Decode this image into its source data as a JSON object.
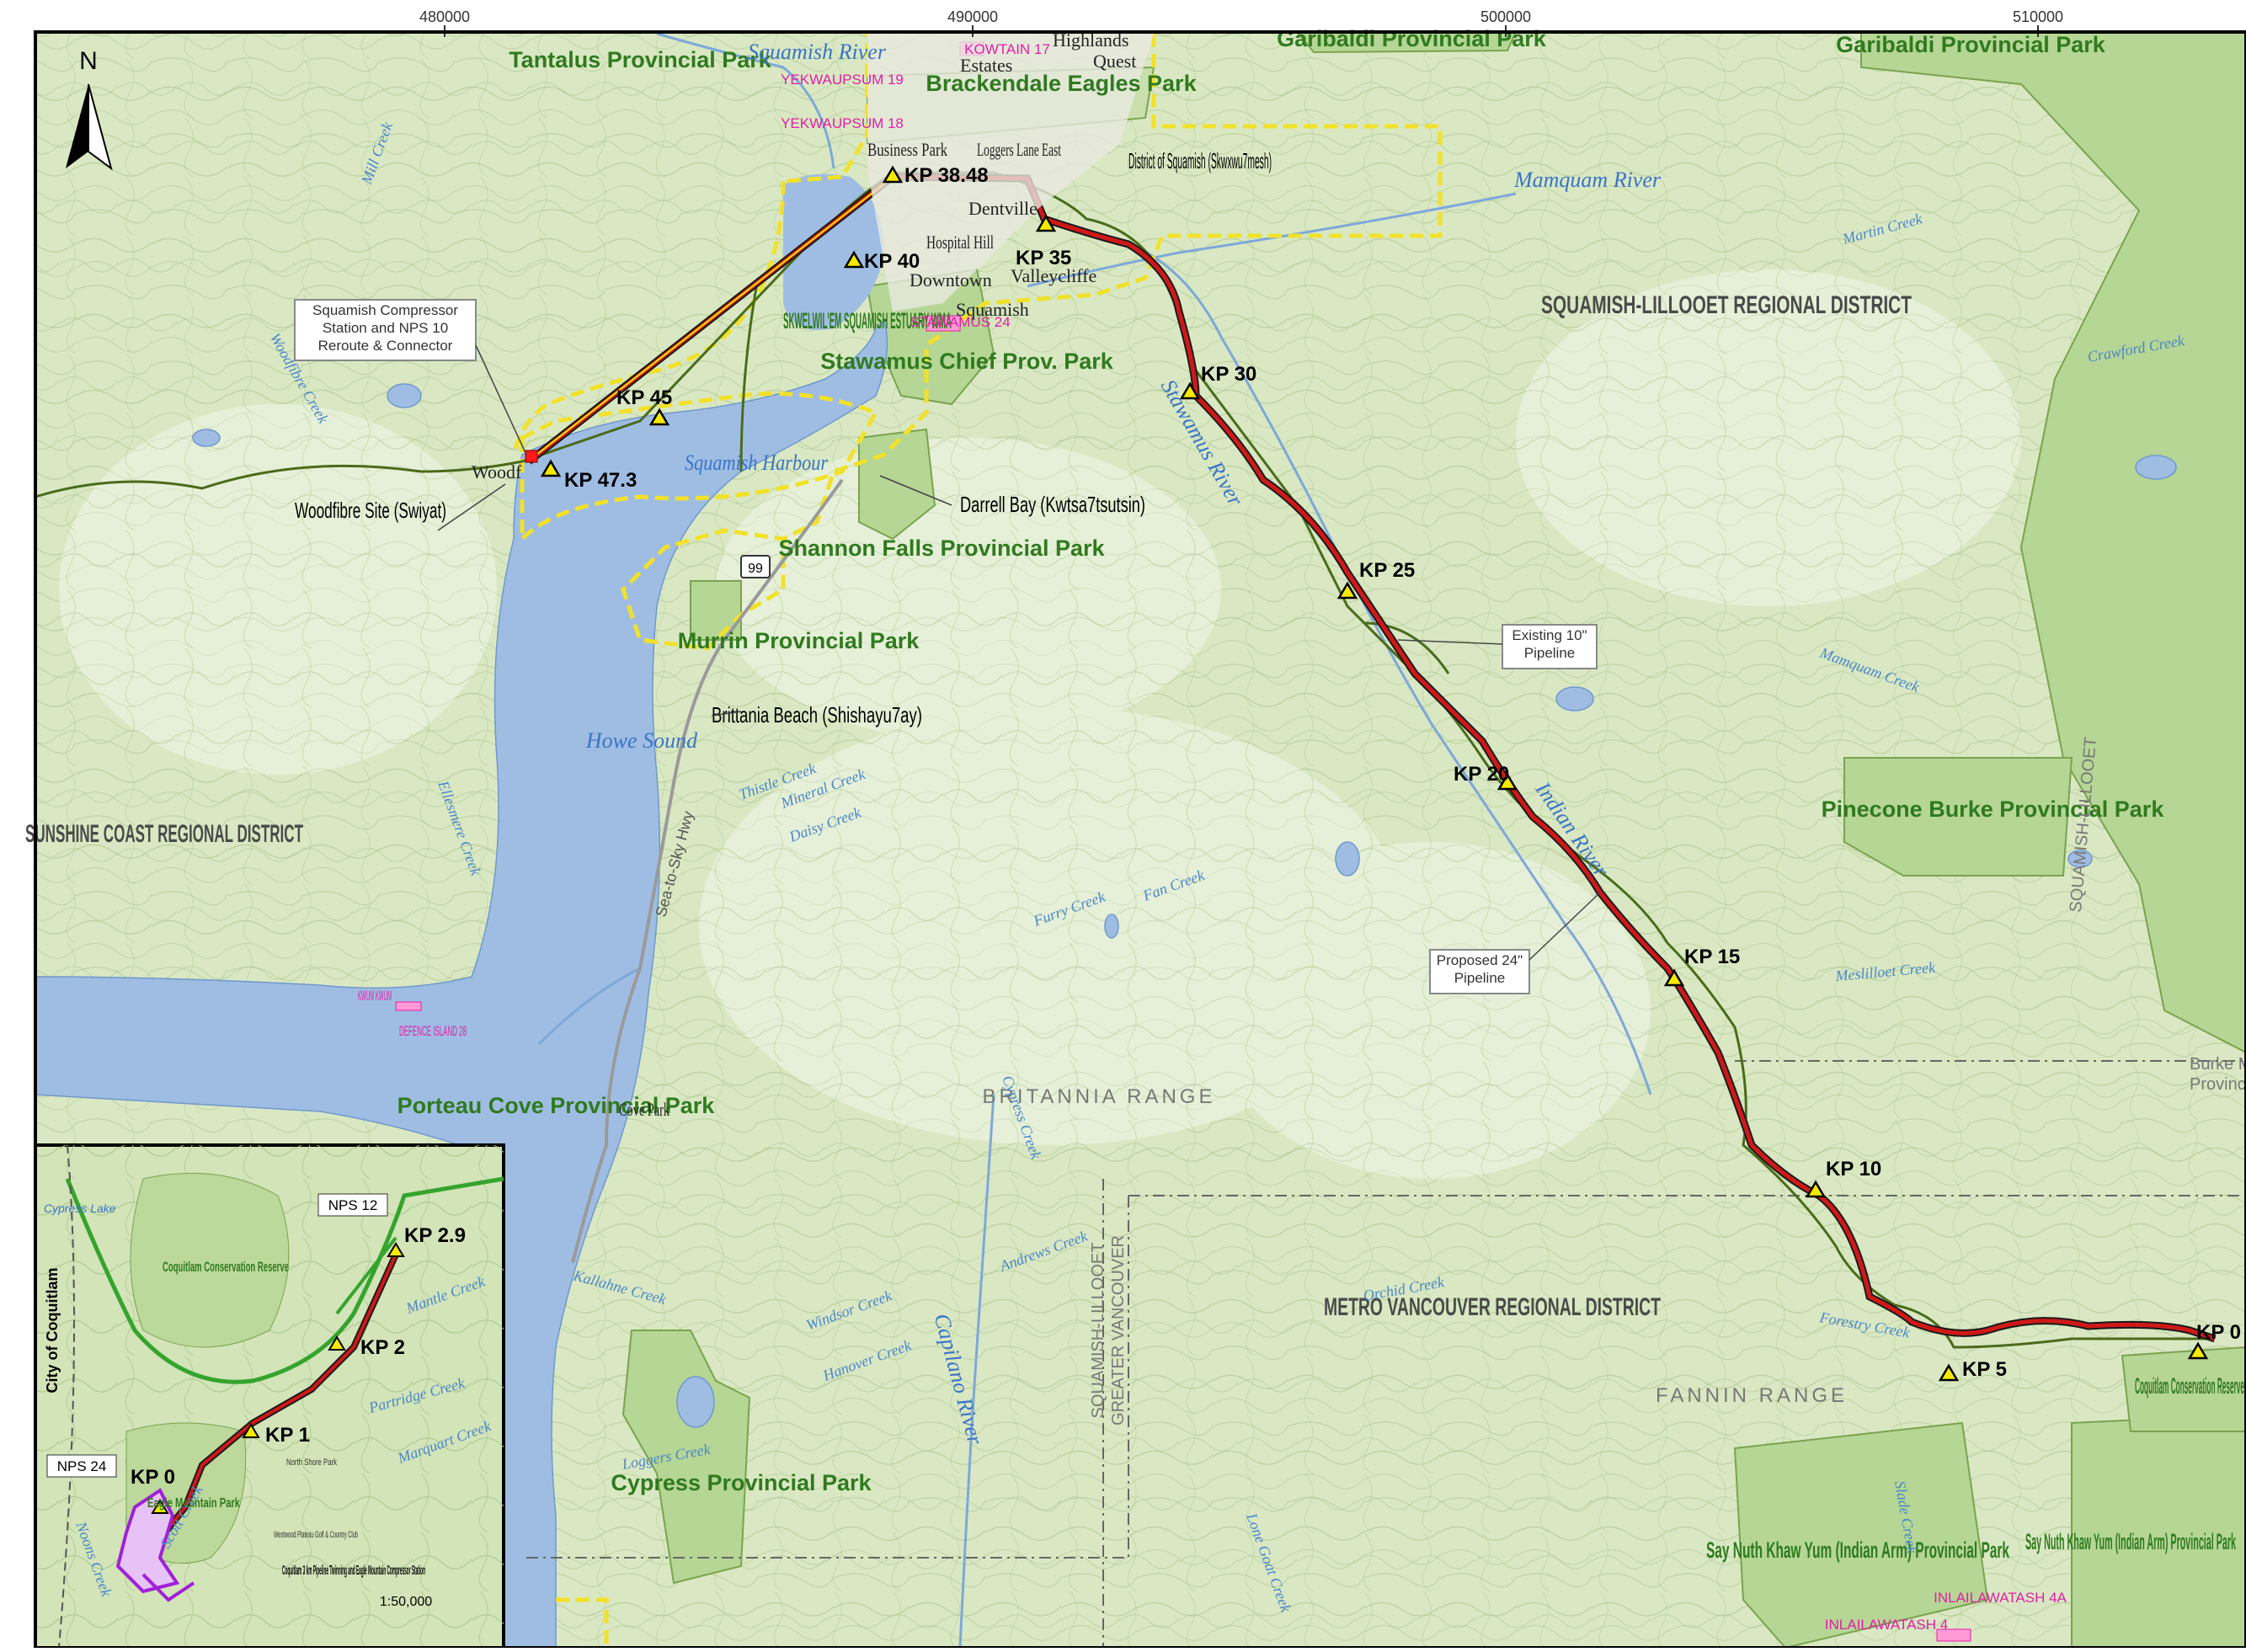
{
  "grid_labels": [
    "480000",
    "490000",
    "500000",
    "510000"
  ],
  "north_label": "N",
  "parks": [
    "Tantalus Provincial Park",
    "Garibaldi Provincial Park",
    "Garibaldi Provincial Park",
    "Brackendale Eagles Park",
    "Stawamus Chief Prov. Park",
    "Shannon Falls Provincial Park",
    "Murrin Provincial Park",
    "Porteau Cove Provincial Park",
    "Cypress Provincial Park",
    "Pinecone Burke Provincial Park",
    "Say Nuth Khaw Yum (Indian Arm) Provincial Park",
    "Coquitlam Conservation Reserve",
    "Say Nuth Khaw Yum (Indian Arm) Provincial Park",
    "SKWELWIL'EM SQUAMISH ESTUARY WMA"
  ],
  "water": [
    "Squamish River",
    "Mamquam River",
    "Squamish Harbour",
    "Howe Sound",
    "Stawamus River",
    "Indian River",
    "Capilano River"
  ],
  "regions": [
    "SQUAMISH-LILLOOET REGIONAL DISTRICT",
    "SUNSHINE COAST REGIONAL DISTRICT",
    "METRO VANCOUVER REGIONAL DISTRICT"
  ],
  "ranges": [
    "BRITANNIA RANGE",
    "FANNIN RANGE"
  ],
  "places": {
    "district_squamish": "District of Squamish (Skwxwu7mesh)",
    "woodfibre": "Woodfibre Site (Swiyat)",
    "darrell_bay": "Darrell Bay (Kwtsa7tsutsin)",
    "brittania": "Brittania Beach (Shishayu7ay)",
    "squamish": "Squamish",
    "downtown": "Downtown",
    "dentville": "Dentville",
    "valleycliffe": "Valleycliffe",
    "hospital_hill": "Hospital Hill",
    "business_park": "Business Park",
    "loggers_east": "Loggers Lane East",
    "quest": "Quest",
    "highlands": "Highlands",
    "estates": "Estates",
    "woodfibre_short": "Woodf",
    "cove_park": "Cove Park"
  },
  "callouts": {
    "compressor": "Squamish Compressor Station and NPS 10 Reroute & Connector",
    "existing": "Existing 10\" Pipeline",
    "proposed": "Proposed 24\" Pipeline"
  },
  "kp_labels": [
    "KP 38.48",
    "KP 40",
    "KP 35",
    "KP 45",
    "KP 47.3",
    "KP 30",
    "KP 25",
    "KP 20",
    "KP 15",
    "KP 10",
    "KP 5",
    "KP 0"
  ],
  "reserves": [
    "KOWTAIN 17",
    "YEKWAUPSUM 19",
    "YEKWAUPSUM 18",
    "STAWAMUS 24",
    "KWUM KWUM",
    "DEFENCE ISLAND 28",
    "INLAILAWATASH 4A",
    "INLAILAWATASH 4"
  ],
  "creeks": [
    "Mill Creek",
    "Woodfibre Creek",
    "Ellesmere Creek",
    "Mineral Creek",
    "Daisy Creek",
    "Thistle Creek",
    "Furry Creek",
    "Fan Creek",
    "Cypress Creek",
    "Martin Creek",
    "Crawford Creek",
    "Mamquam Creek",
    "Orchid Creek",
    "Forestry Creek",
    "Hanover Creek",
    "Andrews Creek",
    "Windsor Creek",
    "Kallahne Creek",
    "Loggers Creek",
    "Lone Goat Creek",
    "Slade Creek",
    "Meslilloet Creek"
  ],
  "boundary_labels": [
    "SQUAMISH-LILLOOET",
    "GREATER VANCOUVER",
    "SQUAMISH-LILLOOET"
  ],
  "edge_labels": [
    "Burke Mou",
    "Provincial"
  ],
  "highway": {
    "label": "Sea-to-Sky Hwy",
    "shield": "99"
  },
  "inset": {
    "city": "City of Coquitlam",
    "reserve": "Coquitlam Conservation Reserve",
    "park": "Eagle Mountain Park",
    "lake": "Cypress Lake",
    "title": "Coquitlam 3 km Pipeline Twinning and Eagle Mountain Compressor Station",
    "scale": "1:50,000",
    "nps12": "NPS 12",
    "nps24": "NPS 24",
    "kps": [
      "KP 2.9",
      "KP 2",
      "KP 1",
      "KP 0"
    ],
    "creeks": [
      "Mantle Creek",
      "Partridge Creek",
      "Marquart Creek",
      "Noons Creek",
      "Scott Creek"
    ],
    "golf": "Westwood Plateau Golf & Country Club",
    "north": "North Shore Park"
  },
  "colors": {
    "land": "#d9e8c3",
    "park": "#b5d695",
    "water": "#9fbde3",
    "pipeline_proposed": "#d01818",
    "pipeline_existing": "#4a6b1a",
    "municipal_boundary": "#f1e12a",
    "kp_marker": "#f5e900",
    "reserve": "#ff69c7"
  }
}
